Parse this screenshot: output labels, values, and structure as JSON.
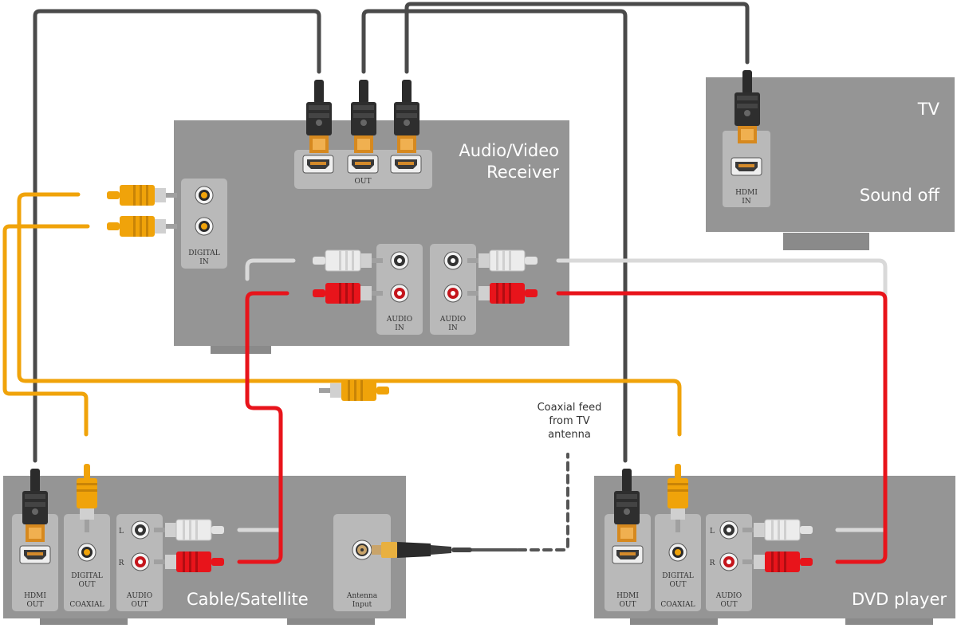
{
  "devices": {
    "receiver": {
      "title_line1": "Audio/Video",
      "title_line2": "Receiver",
      "hdmi_out_label": "OUT",
      "digital_in_line1": "DIGITAL",
      "digital_in_line2": "IN",
      "audio_in_a_line1": "AUDIO",
      "audio_in_a_line2": "IN",
      "audio_in_b_line1": "AUDIO",
      "audio_in_b_line2": "IN"
    },
    "tv": {
      "title": "TV",
      "status": "Sound off",
      "hdmi_in_line1": "HDMI",
      "hdmi_in_line2": "IN"
    },
    "cable": {
      "title": "Cable/Satellite",
      "hdmi_out_line1": "HDMI",
      "hdmi_out_line2": "OUT",
      "digital_out_line1": "DIGITAL",
      "digital_out_line2": "OUT",
      "coaxial": "COAXIAL",
      "audio_out_line1": "AUDIO",
      "audio_out_line2": "OUT",
      "left": "L",
      "right": "R",
      "antenna_line1": "Antenna",
      "antenna_line2": "Input"
    },
    "dvd": {
      "title": "DVD player",
      "hdmi_out_line1": "HDMI",
      "hdmi_out_line2": "OUT",
      "digital_out_line1": "DIGITAL",
      "digital_out_line2": "OUT",
      "coaxial": "COAXIAL",
      "audio_out_line1": "AUDIO",
      "audio_out_line2": "OUT",
      "left": "L",
      "right": "R"
    }
  },
  "annotation": {
    "line1": "Coaxial feed",
    "line2": "from TV",
    "line3": "antenna"
  },
  "colors": {
    "device": "#959595",
    "panel": "#b9b9b9",
    "hdmi_cable": "#4a4a4a",
    "digital_cable": "#f0a30a",
    "audio_white": "#d9d9d9",
    "audio_red": "#e8141b",
    "coax_feed": "#555555",
    "label_text": "#333333"
  }
}
